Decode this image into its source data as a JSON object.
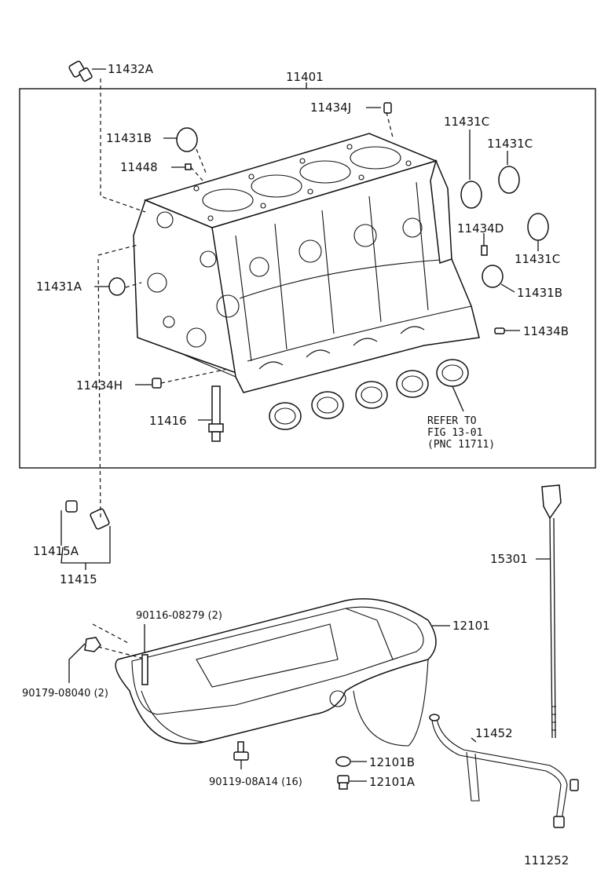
{
  "labels": {
    "p11432A": "11432A",
    "p11401": "11401",
    "p11434J": "11434J",
    "p11431B_top": "11431B",
    "p11448": "11448",
    "p11431C_1": "11431C",
    "p11431C_2": "11431C",
    "p11431C_3": "11431C",
    "p11434D": "11434D",
    "p11431A": "11431A",
    "p11431B_right": "11431B",
    "p11434B": "11434B",
    "p11434H": "11434H",
    "p11416": "11416",
    "refer_1": "REFER TO",
    "refer_2": "FIG 13-01",
    "refer_3": "(PNC 11711)",
    "p11415A": "11415A",
    "p11415": "11415",
    "p15301": "15301",
    "p90116": "90116-08279 (2)",
    "p12101": "12101",
    "p90179": "90179-08040 (2)",
    "p11452": "11452",
    "p12101B": "12101B",
    "p90119": "90119-08A14 (16)",
    "p12101A": "12101A",
    "figure_no": "111252"
  }
}
